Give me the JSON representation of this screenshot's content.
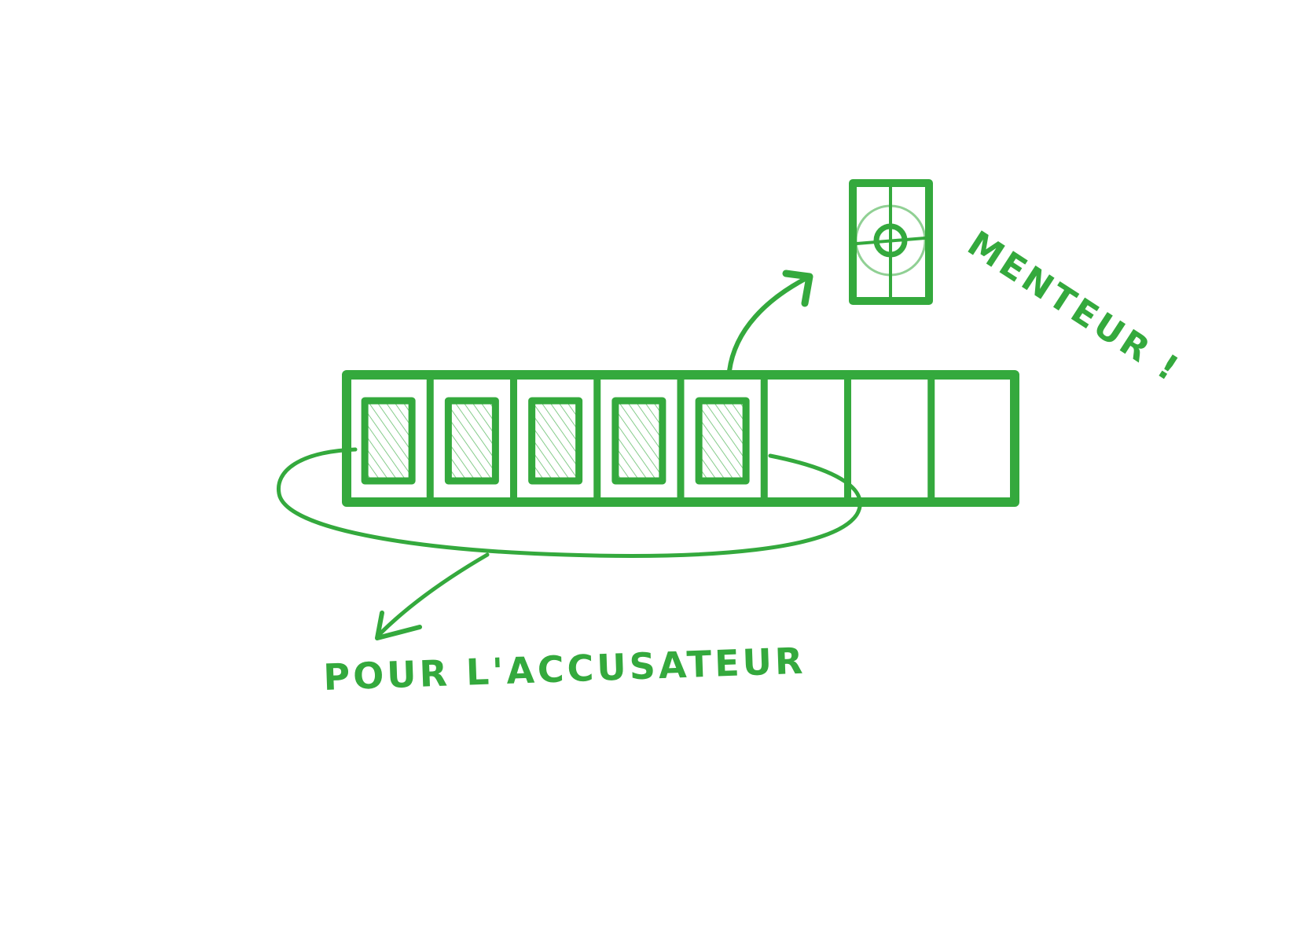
{
  "colors": {
    "ink": "#34a93d",
    "hatch_fill": "#e8f5e9",
    "background": "#ffffff"
  },
  "diagram": {
    "slots": {
      "total": 8,
      "filled": 5
    },
    "labels": {
      "liar": "MENTEUR !",
      "accuser": "POUR L'ACCUSATEUR"
    },
    "icons": {
      "card": "target-card-icon"
    }
  }
}
